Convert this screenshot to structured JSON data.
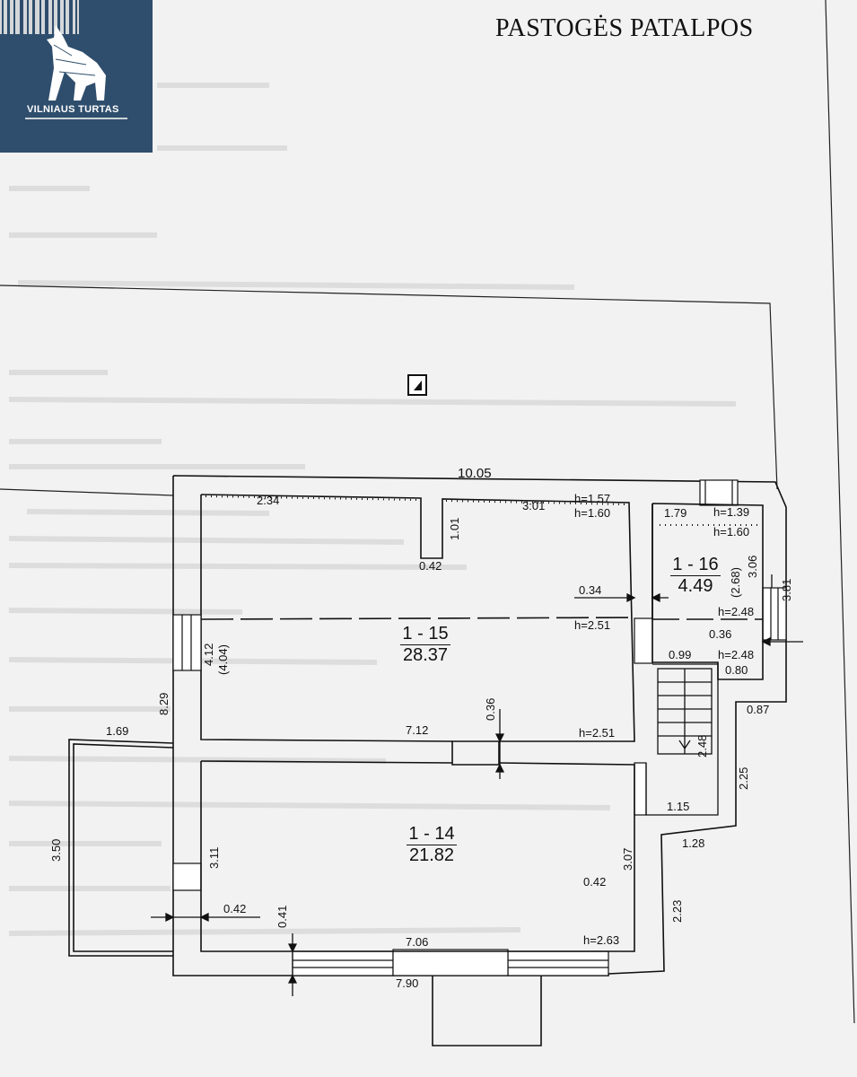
{
  "header": {
    "title": "PASTOGĖS PATALPOS"
  },
  "logo": {
    "text": "VILNIAUS TURTAS"
  },
  "rooms": [
    {
      "id": "1 - 15",
      "area": "28.37"
    },
    {
      "id": "1 - 16",
      "area": "4.49"
    },
    {
      "id": "1 - 14",
      "area": "21.82"
    }
  ],
  "dimensions": {
    "top_width": "10.05",
    "d_2_34": "2:34",
    "d_3_01": "3:01",
    "h_1_57": "h=1.57",
    "h_1_60_a": "h=1.60",
    "d_1_79": "1.79",
    "h_1_39": "h=1.39",
    "h_1_60_b": "h=1.60",
    "d_1_01": "1.01",
    "d_0_42_a": "0.42",
    "d_0_34": "0.34",
    "d_3_06": "3.06",
    "d_2_68": "(2.68)",
    "d_3_81": "3.81",
    "h_2_48_a": "h=2.48",
    "h_2_51_a": "h=2.51",
    "d_0_36_a": "0.36",
    "h_2_48_b": "h=2.48",
    "d_0_99": "0.99",
    "d_0_80": "0.80",
    "d_4_12": "4.12",
    "d_4_04": "(4.04)",
    "d_8_29": "8.29",
    "d_0_87": "0.87",
    "d_0_36_b": "0.36",
    "d_2_48": "2.48",
    "d_7_12": "7.12",
    "h_2_51_b": "h=2.51",
    "d_1_69": "1.69",
    "d_2_25": "2.25",
    "d_1_15": "1.15",
    "d_3_50": "3.50",
    "d_3_11": "3.11",
    "d_3_07": "3.07",
    "d_1_28": "1.28",
    "d_0_42_b": "0.42",
    "d_2_23": "2.23",
    "d_0_42_c": "0.42",
    "d_0_41": "0.41",
    "d_7_06": "7.06",
    "h_2_63": "h=2.63",
    "d_7_90": "7.90"
  }
}
